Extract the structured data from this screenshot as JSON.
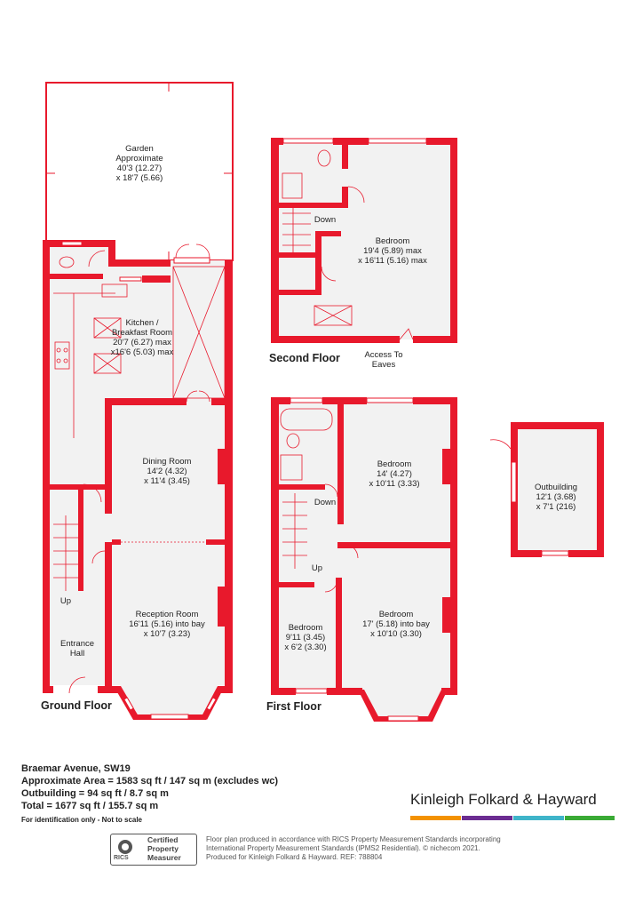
{
  "floors": {
    "ground": "Ground Floor",
    "first": "First Floor",
    "second": "Second Floor"
  },
  "rooms": {
    "garden": [
      "Garden",
      "Approximate",
      "40'3 (12.27)",
      "x 18'7 (5.66)"
    ],
    "kitchen": [
      "Kitchen /",
      "Breakfast Room",
      "20'7 (6.27) max",
      "x16'6 (5.03) max"
    ],
    "dining": [
      "Dining Room",
      "14'2 (4.32)",
      "x 11'4 (3.45)"
    ],
    "reception": [
      "Reception Room",
      "16'11 (5.16) into bay",
      "x 10'7 (3.23)"
    ],
    "entrance": [
      "Entrance",
      "Hall"
    ],
    "ground_up": "Up",
    "second_bedroom": [
      "Bedroom",
      "19'4 (5.89) max",
      "x 16'11 (5.16) max"
    ],
    "second_down": "Down",
    "eaves": [
      "Access To",
      "Eaves"
    ],
    "first_bed_rear": [
      "Bedroom",
      "14' (4.27)",
      "x 10'11 (3.33)"
    ],
    "first_bed_front": [
      "Bedroom",
      "17' (5.18) into bay",
      "x 10'10 (3.30)"
    ],
    "first_bed_small": [
      "Bedroom",
      "9'11 (3.45)",
      "x 6'2 (3.30)"
    ],
    "first_down": "Down",
    "first_up": "Up",
    "outbuilding": [
      "Outbuilding",
      "12'1 (3.68)",
      "x 7'1 (216)"
    ]
  },
  "info": {
    "address": "Braemar Avenue, SW19",
    "area": "Approximate Area = 1583 sq ft / 147 sq m (excludes wc)",
    "outbuilding": "Outbuilding = 94 sq ft / 8.7 sq m",
    "total": "Total = 1677 sq ft / 155.7 sq m",
    "note": "For identification only - Not to scale"
  },
  "brand": {
    "name": "Kinleigh Folkard & Hayward",
    "bar_colors": [
      "#f39200",
      "#6b2c91",
      "#3fb4c9",
      "#3aaa35"
    ]
  },
  "rics": {
    "line1": "Certified",
    "line2": "Property",
    "line3": "Measurer",
    "logo_text": "RICS"
  },
  "disclaimer": {
    "line1": "Floor plan produced in accordance with RICS Property Measurement Standards incorporating",
    "line2": "International Property Measurement Standards (IPMS2 Residential). © nichecom 2021.",
    "line3": "Produced for Kinleigh Folkard & Hayward.   REF: 788804"
  }
}
